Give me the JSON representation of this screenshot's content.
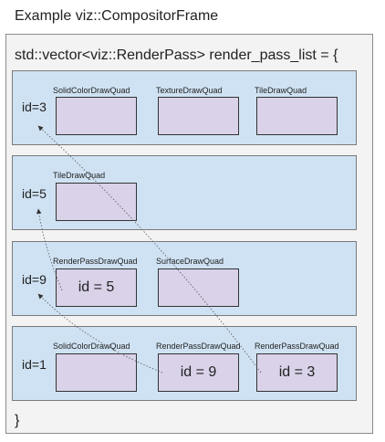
{
  "title": "Example viz::CompositorFrame",
  "code_open": "std::vector<viz::RenderPass> render_pass_list = {",
  "code_close": "}",
  "passes": [
    {
      "id_label": "id=3",
      "quads": [
        {
          "label": "SolidColorDrawQuad",
          "content": ""
        },
        {
          "label": "TextureDrawQuad",
          "content": ""
        },
        {
          "label": "TileDrawQuad",
          "content": ""
        }
      ]
    },
    {
      "id_label": "id=5",
      "quads": [
        {
          "label": "TileDrawQuad",
          "content": ""
        }
      ]
    },
    {
      "id_label": "id=9",
      "quads": [
        {
          "label": "RenderPassDrawQuad",
          "content": "id = 5"
        },
        {
          "label": "SurfaceDrawQuad",
          "content": ""
        }
      ]
    },
    {
      "id_label": "id=1",
      "quads": [
        {
          "label": "SolidColorDrawQuad",
          "content": ""
        },
        {
          "label": "RenderPassDrawQuad",
          "content": "id = 9"
        },
        {
          "label": "RenderPassDrawQuad",
          "content": "id = 3"
        }
      ]
    }
  ]
}
